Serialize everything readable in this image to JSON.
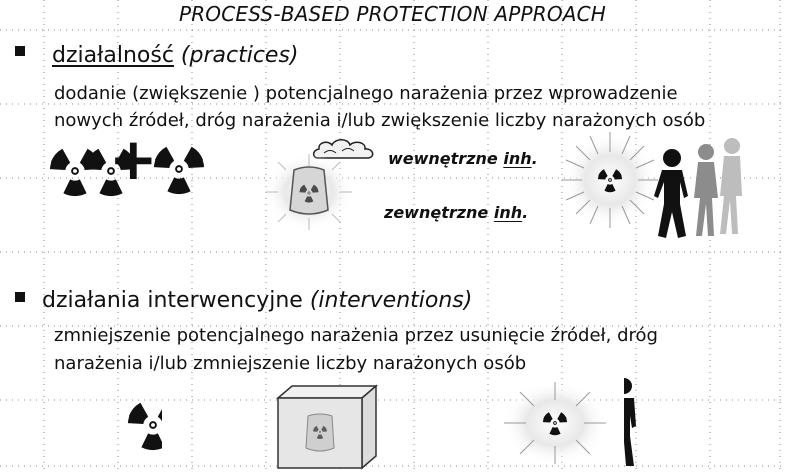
{
  "title": "PROCESS-BASED PROTECTION APPROACH",
  "section1": {
    "heading": "działalność",
    "heading_en": "(practices)",
    "line1": "dodanie (zwiększenie ) potencjalnego narażenia przez wprowadzenie",
    "line2": "nowych źródeł, dróg narażenia i/lub zwiększenie liczby narażonych osób",
    "label_internal": "wewnętrzne",
    "label_internal_abbr": "inh",
    "label_external": "zewnętrzne",
    "label_external_abbr": "inh",
    "plus_sign": "+"
  },
  "section2": {
    "heading": "działania interwencyjne",
    "heading_en": "(interventions)",
    "line1": "zmniejszenie potencjalnego narażenia przez usunięcie źródeł, dróg",
    "line2": "narażenia i/lub zmniejszenie liczby narażonych osób"
  },
  "icons": {
    "radiation": "radiation-trefoil-icon",
    "crowd": "people-group-icon",
    "cloud": "cloud-icon",
    "sack": "radioactive-sack-icon",
    "box": "container-box-icon"
  }
}
